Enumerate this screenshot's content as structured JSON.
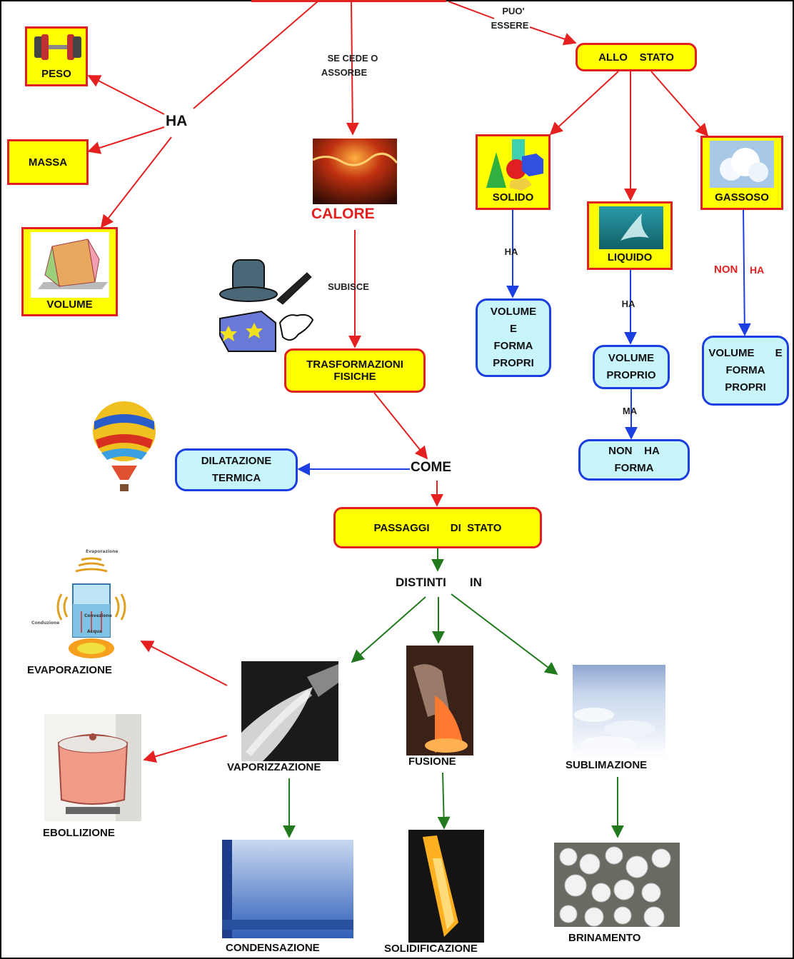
{
  "nodes": {
    "peso": "PESO",
    "massa": "MASSA",
    "volume": "VOLUME",
    "ha": "HA",
    "calore": "CALORE",
    "trasformazioni_line1": "TRASFORMAZIONI",
    "trasformazioni_line2": "FISICHE",
    "allo_stato": "ALLO    STATO",
    "solido": "SOLIDO",
    "liquido": "LIQUIDO",
    "gassoso": "GASSOSO",
    "solido_box": [
      "VOLUME",
      "E",
      "FORMA",
      "PROPRI"
    ],
    "liquido_box1": [
      "VOLUME",
      "PROPRIO"
    ],
    "liquido_box2": [
      "NON    HA",
      "FORMA"
    ],
    "gassoso_box": [
      "VOLUME       E",
      "FORMA",
      "PROPRI"
    ],
    "dilatazione": [
      "DILATAZIONE",
      "TERMICA"
    ],
    "come": "COME",
    "passaggi": "PASSAGGI       DI  STATO",
    "distinti": "DISTINTI       IN",
    "evaporazione": "EVAPORAZIONE",
    "ebollizione": "EBOLLIZIONE",
    "vaporizzazione": "VAPORIZZAZIONE",
    "fusione": "FUSIONE",
    "sublimazione": "SUBLIMAZIONE",
    "condensazione": "CONDENSAZIONE",
    "solidificazione": "SOLIDIFICAZIONE",
    "brinamento": "BRINAMENTO"
  },
  "link_labels": {
    "se_cede": "SE  CEDE    O",
    "assorbe": "ASSORBE",
    "puo": "PUO'",
    "essere": "ESSERE",
    "subisce": "SUBISCE",
    "ha_solido": "HA",
    "ha_liquido": "HA",
    "ma": "MA",
    "non": "NON",
    "ha_gas": "HA"
  },
  "diagram_images": {
    "evaporation_labels": [
      "Evaporazione",
      "Conduzione",
      "Convezione",
      "Acqua"
    ]
  },
  "colors": {
    "red_arrow": "#e52020",
    "blue_arrow": "#1b3fe0",
    "green_arrow": "#217a1d",
    "yellow_box": "#ffff00",
    "cyan_box": "#c8f4fc"
  }
}
